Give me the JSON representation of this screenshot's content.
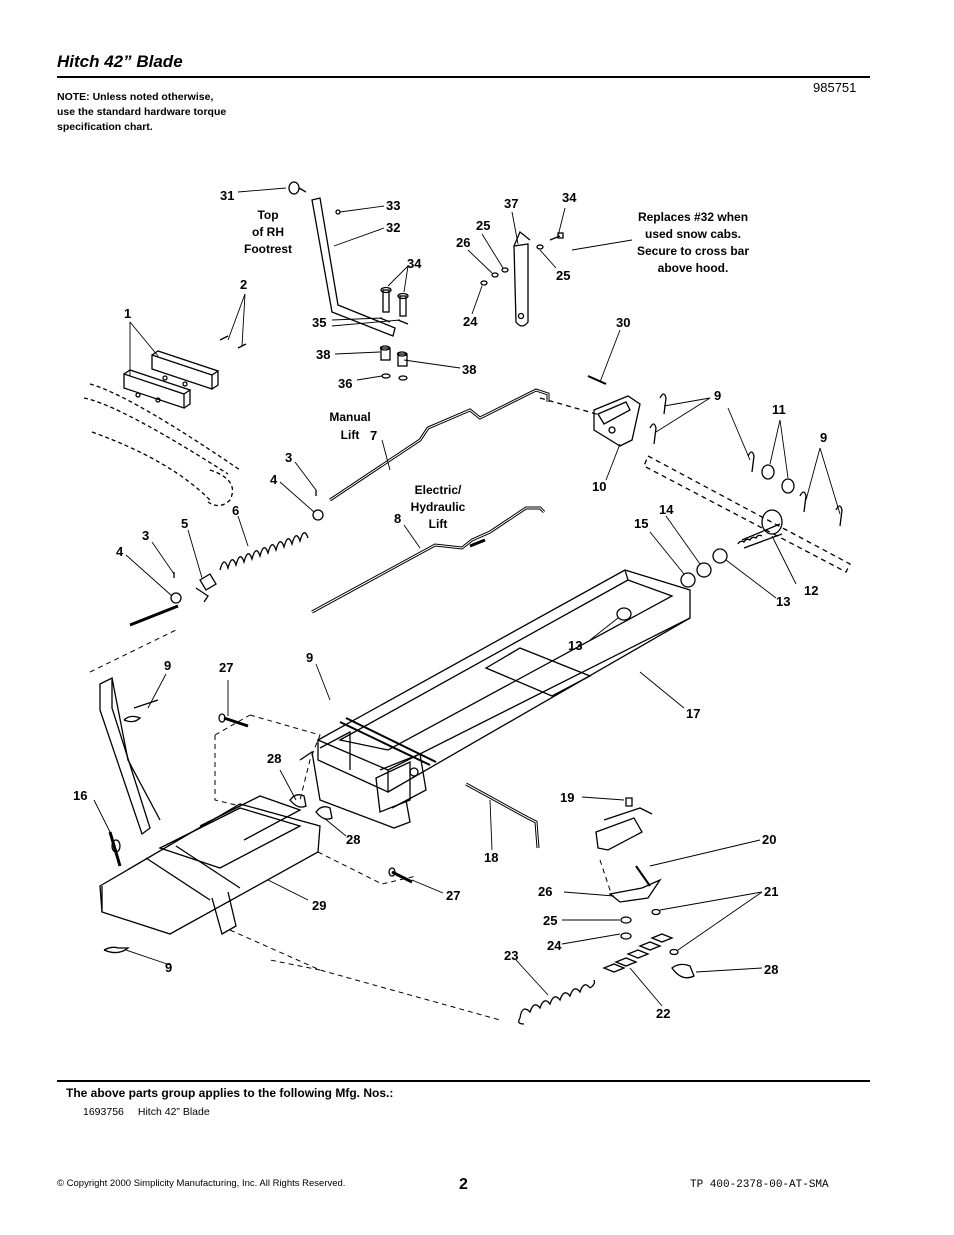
{
  "header": {
    "title": "Hitch 42” Blade",
    "document_number": "985751",
    "note_lines": [
      "NOTE: Unless noted otherwise,",
      "use the standard hardware torque",
      "specification chart."
    ]
  },
  "diagram": {
    "callouts": [
      "31",
      "33",
      "32",
      "34",
      "35",
      "38",
      "36",
      "38",
      "2",
      "1",
      "37",
      "34",
      "25",
      "26",
      "25",
      "24",
      "30",
      "9",
      "11",
      "9",
      "10",
      "7",
      "3",
      "4",
      "6",
      "5",
      "3",
      "4",
      "8",
      "14",
      "15",
      "12",
      "13",
      "13",
      "17",
      "9",
      "27",
      "9",
      "28",
      "28",
      "16",
      "29",
      "9",
      "27",
      "18",
      "19",
      "20",
      "26",
      "21",
      "25",
      "24",
      "23",
      "28",
      "22"
    ],
    "labels": {
      "rh_footrest": [
        "Top",
        "of RH",
        "Footrest"
      ],
      "replaces": [
        "Replaces #32 when",
        "used snow cabs.",
        "Secure to cross bar",
        "above hood."
      ],
      "manual_lift": [
        "Manual",
        "Lift"
      ],
      "electric_lift": [
        "Electric/",
        "Hydraulic",
        "Lift"
      ]
    }
  },
  "footer": {
    "applies_text": "The above parts group applies to the following Mfg. Nos.:",
    "mfg_numbers": [
      {
        "number": "1693756",
        "description": "Hitch 42” Blade"
      }
    ],
    "copyright": "© Copyright 2000 Simplicity Manufacturing, Inc. All Rights Reserved.",
    "page_number": "2",
    "tp_number": "TP 400-2378-00-AT-SMA"
  }
}
